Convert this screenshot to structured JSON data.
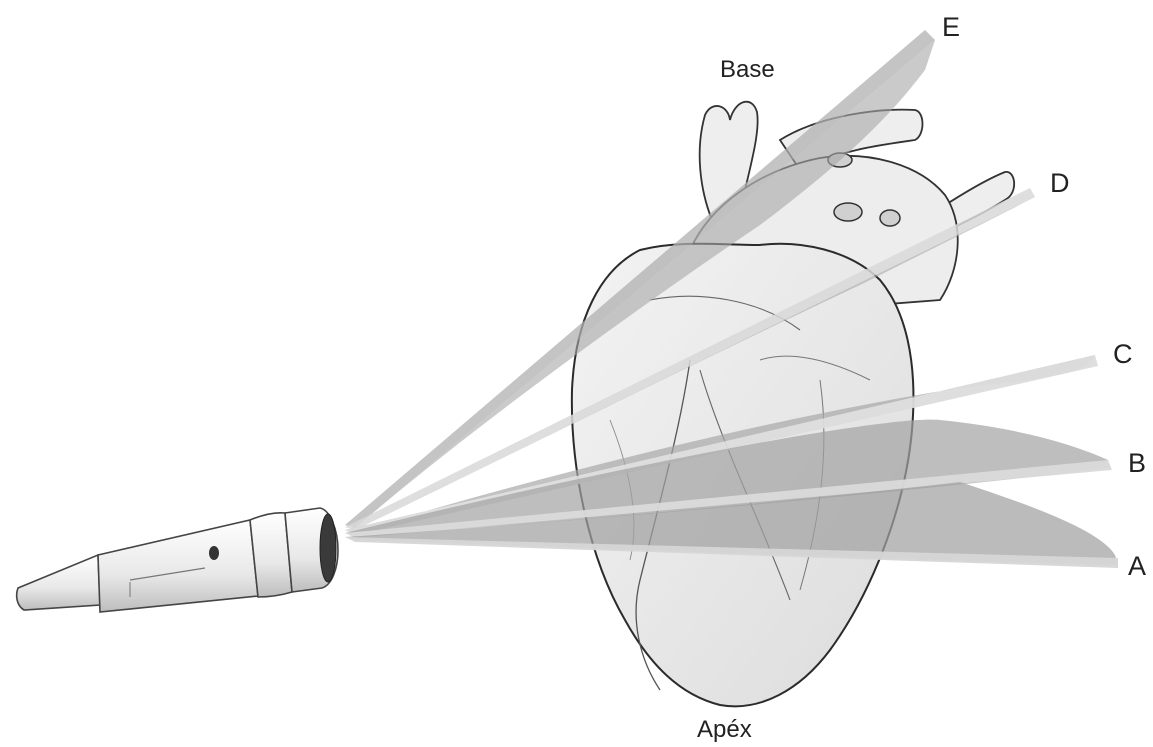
{
  "labels": {
    "base": "Base",
    "apex": "Apéx",
    "planes": [
      "A",
      "B",
      "C",
      "D",
      "E"
    ]
  },
  "colors": {
    "plane_fill": "#a8a8a8",
    "plane_edge": "#d9d9d9",
    "heart_stroke": "#333333",
    "heart_fill": "#e9e9e9",
    "probe_fill": "#f4f4f4"
  },
  "icons": [
    "ultrasound-probe-icon",
    "heart-illustration"
  ]
}
